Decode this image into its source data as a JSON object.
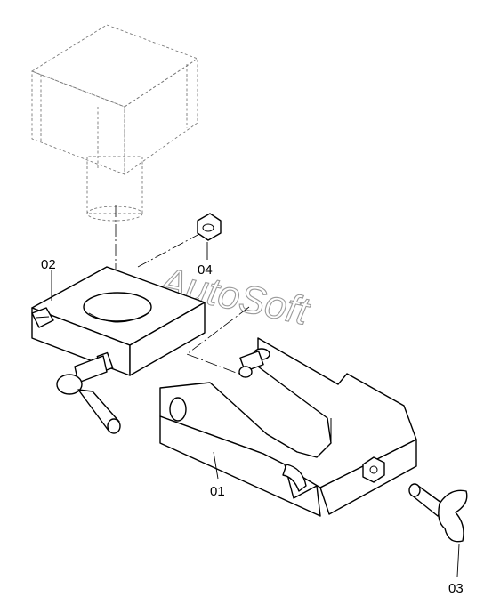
{
  "callouts": [
    {
      "id": "01",
      "text": "01"
    },
    {
      "id": "02",
      "text": "02"
    },
    {
      "id": "03",
      "text": "03"
    },
    {
      "id": "04",
      "text": "04"
    }
  ],
  "watermark": "AutoSoft"
}
